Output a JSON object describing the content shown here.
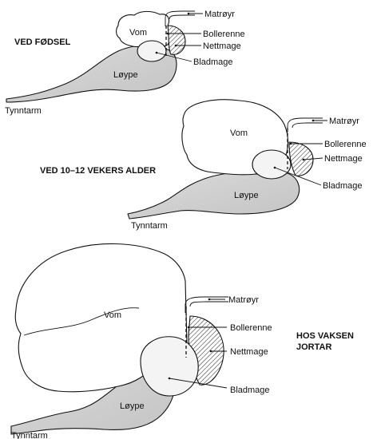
{
  "stages": [
    {
      "heading": "VED FØDSEL",
      "labels": {
        "vom": "Vom",
        "loype": "Løype",
        "matroyr": "Matrøyr",
        "bollerenne": "Bollerenne",
        "nettmage": "Nettmage",
        "bladmage": "Bladmage",
        "tynntarm": "Tynntarm"
      }
    },
    {
      "heading": "VED 10–12 VEKERS ALDER",
      "labels": {
        "vom": "Vom",
        "loype": "Løype",
        "matroyr": "Matrøyr",
        "bollerenne": "Bollerenne",
        "nettmage": "Nettmage",
        "bladmage": "Bladmage",
        "tynntarm": "Tynntarm"
      }
    },
    {
      "heading_line1": "HOS VAKSEN",
      "heading_line2": "JORTAR",
      "labels": {
        "vom": "Vom",
        "loype": "Løype",
        "matroyr": "Matrøyr",
        "bollerenne": "Bollerenne",
        "nettmage": "Nettmage",
        "bladmage": "Bladmage",
        "tynntarm": "Tynntarm"
      }
    }
  ]
}
